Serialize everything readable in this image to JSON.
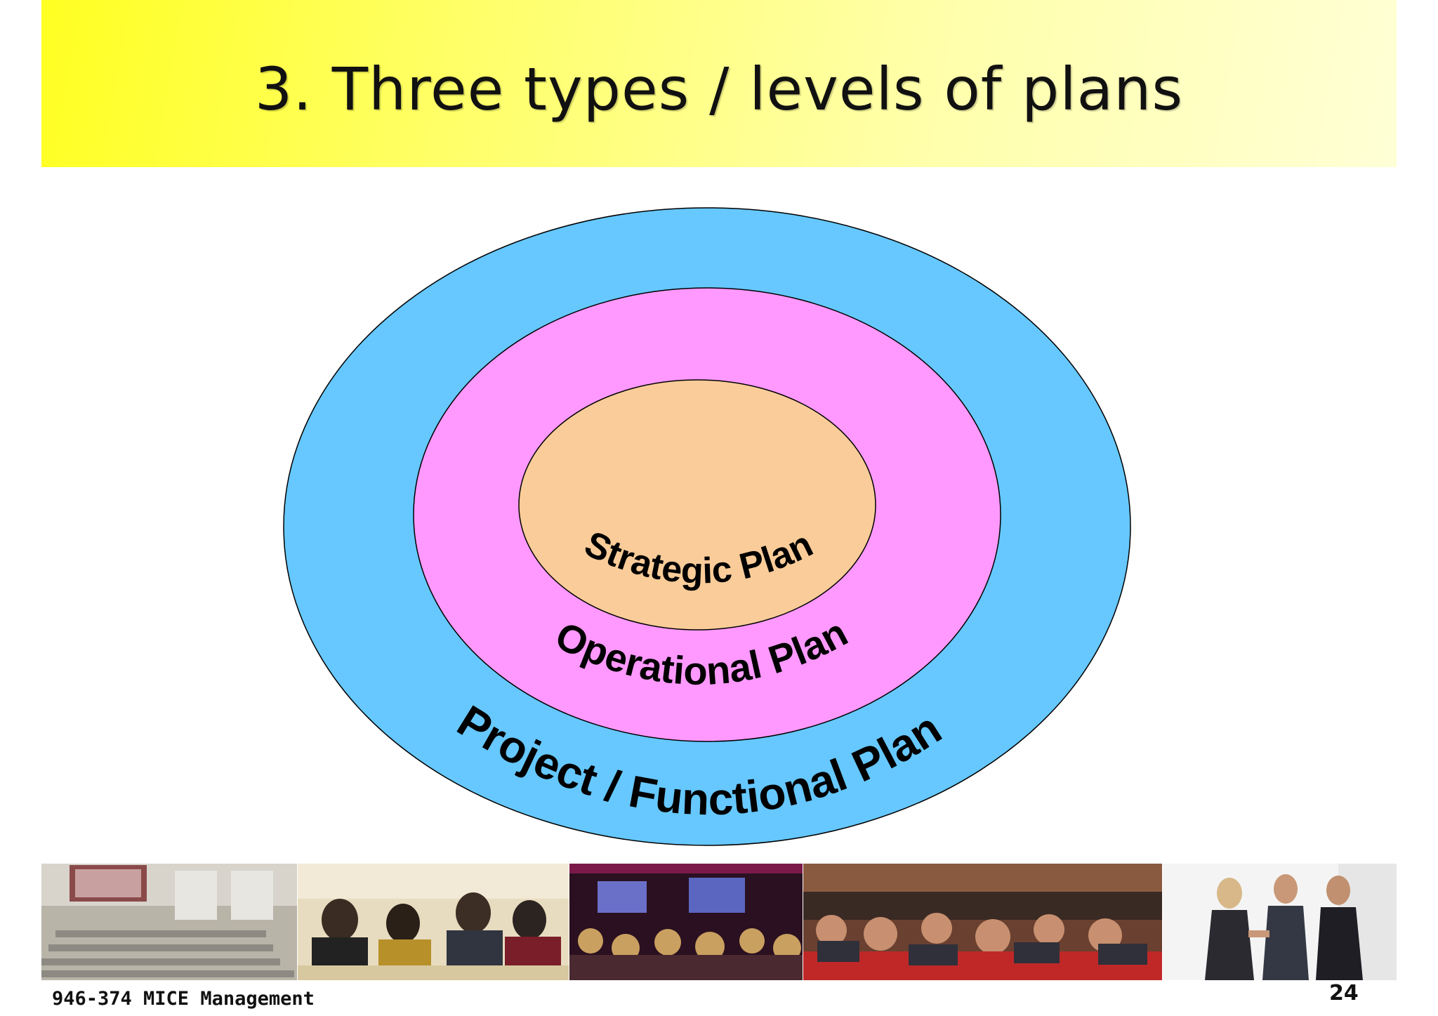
{
  "slide": {
    "title": "3. Three types / levels of plans",
    "footer_course": "946-374 MICE Management",
    "page_number": "24"
  },
  "diagram": {
    "rings": [
      {
        "id": "outer",
        "label": "Project / Functional Plan",
        "color": "#66c8ff"
      },
      {
        "id": "middle",
        "label": "Operational Plan",
        "color": "#ff99ff"
      },
      {
        "id": "inner",
        "label": "Strategic Plan",
        "color": "#f9cc99"
      }
    ]
  },
  "photos": [
    {
      "name": "empty-conference-hall-photo"
    },
    {
      "name": "business-meeting-table-photo"
    },
    {
      "name": "conference-audience-screens-photo"
    },
    {
      "name": "large-auditorium-audience-photo"
    },
    {
      "name": "business-handshake-photo"
    }
  ],
  "colors": {
    "header_yellow": "#ffff22",
    "outline": "#000000"
  }
}
